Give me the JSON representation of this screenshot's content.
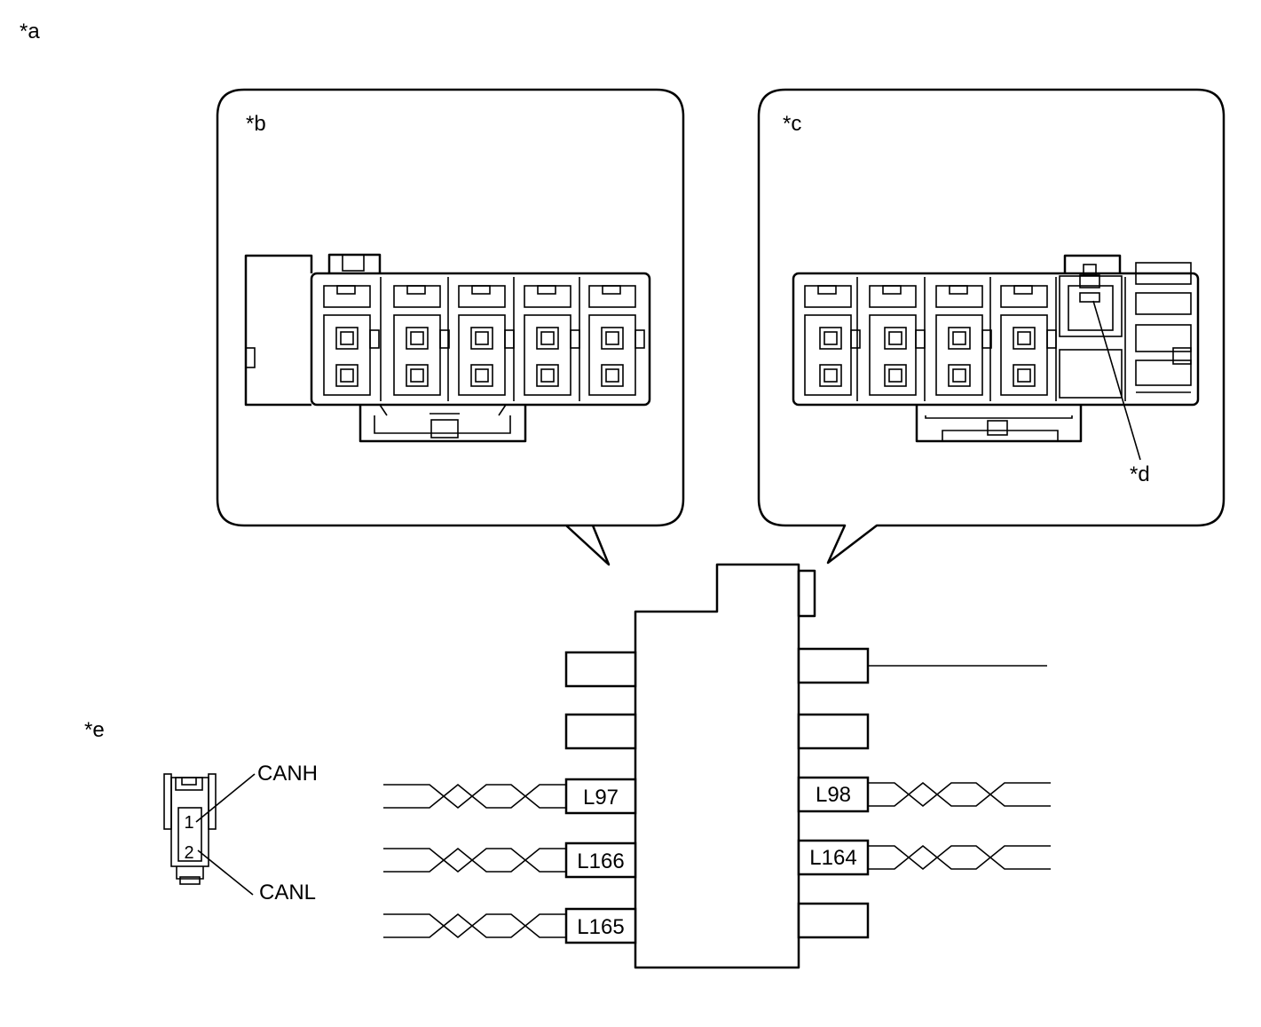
{
  "callouts": {
    "a": "*a",
    "b": "*b",
    "c": "*c",
    "d": "*d",
    "e": "*e"
  },
  "wire_connectors": {
    "left": [
      "L97",
      "L166",
      "L165"
    ],
    "right": [
      "L98",
      "L164"
    ]
  },
  "pin_connector": {
    "pins": [
      "1",
      "2"
    ],
    "signals": [
      "CANH",
      "CANL"
    ]
  }
}
